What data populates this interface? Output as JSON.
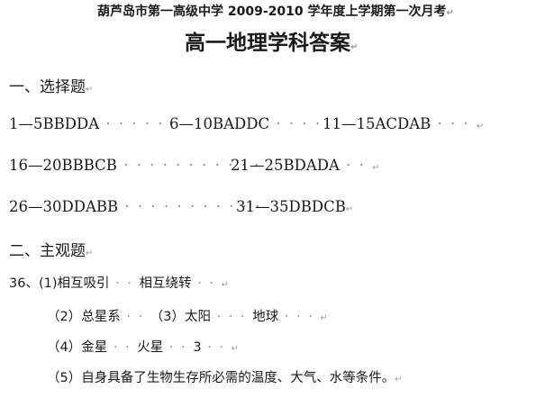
{
  "header": "葫芦岛市第一高级中学 2009-2010 学年度上学期第一次月考",
  "title": "高一地理学科答案",
  "section1": "一、选择题",
  "rows": [
    [
      {
        "range": "1—5",
        "ans": "BBDDA"
      },
      {
        "range": "6—10",
        "ans": "BADDC"
      },
      {
        "range": "11—15",
        "ans": "ACDAB"
      }
    ],
    [
      {
        "range": "16—20",
        "ans": "BBBCB"
      },
      {
        "range": "21—25",
        "ans": "BDADA"
      }
    ],
    [
      {
        "range": "26—30",
        "ans": "DDABB"
      },
      {
        "range": "31—35",
        "ans": "DBDCB"
      }
    ]
  ],
  "section2": "二、主观题",
  "q36": {
    "num": "36、",
    "p1_label": "(1)",
    "p1_a": "相互吸引",
    "p1_b": "相互绕转",
    "p2_label": "（2）",
    "p2_a": "总星系",
    "p3_label": "（3）",
    "p3_a": "太阳",
    "p3_b": "地球",
    "p4_label": "（4）",
    "p4_a": "金星",
    "p4_b": "火星",
    "p4_c": "3",
    "p5_label": "（5）",
    "p5_a": "自身具备了生物生存所必需的温度、大气、水等条件。"
  },
  "para_mark": "↵"
}
